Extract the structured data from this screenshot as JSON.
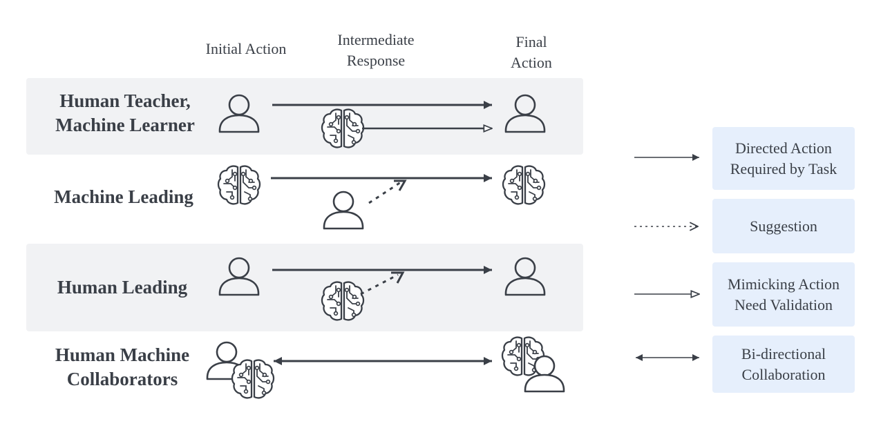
{
  "columns": {
    "initial": "Initial Action",
    "intermediate_line1": "Intermediate",
    "intermediate_line2": "Response",
    "final_line1": "Final",
    "final_line2": "Action"
  },
  "rows": [
    {
      "line1": "Human Teacher,",
      "line2": "Machine Learner"
    },
    {
      "line1": "Machine Leading"
    },
    {
      "line1": "Human Leading"
    },
    {
      "line1": "Human Machine",
      "line2": "Collaborators"
    }
  ],
  "legend": [
    {
      "line1": "Directed Action",
      "line2": "Required by Task",
      "arrow": "solid-filled"
    },
    {
      "line1": "Suggestion",
      "arrow": "dotted-open"
    },
    {
      "line1": "Mimicking Action",
      "line2": "Need Validation",
      "arrow": "solid-hollow"
    },
    {
      "line1": "Bi-directional",
      "line2": "Collaboration",
      "arrow": "bidirectional"
    }
  ],
  "icons": {
    "human": "person-icon",
    "machine": "brain-circuit-icon"
  },
  "colors": {
    "band": "#f1f2f4",
    "legend_box": "#e6effc",
    "stroke": "#3a3f47"
  }
}
